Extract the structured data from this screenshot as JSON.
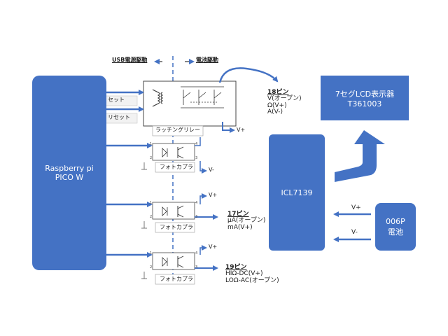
{
  "headers": {
    "usb_power": "USB電源駆動",
    "battery_power": "電池駆動"
  },
  "pico": {
    "line1": "Raspberry pi",
    "line2": "PICO W"
  },
  "relay": {
    "label": "ラッチングリレー",
    "set": "セット",
    "reset": "リセット",
    "vplus": "V+"
  },
  "optocouplers": [
    {
      "label": "フォトカプラ",
      "rail": "V-"
    },
    {
      "label": "フォトカプラ",
      "rail": "V+"
    },
    {
      "label": "フォトカプラ",
      "rail": "V+"
    }
  ],
  "pin_notes": {
    "pin18": {
      "title": "18ピン",
      "lines": [
        "V(オープン)",
        "Ω(V+)",
        "A(V-)"
      ]
    },
    "pin17": {
      "title": "17ピン",
      "lines": [
        "μA(オープン)",
        "mA(V+)"
      ]
    },
    "pin19": {
      "title": "19ピン",
      "lines": [
        "HIΩ-DC(V+)",
        "LOΩ-AC(オープン)"
      ]
    }
  },
  "icl": {
    "label": "ICL7139"
  },
  "lcd": {
    "line1": "7セグLCD表示器",
    "line2": "T361003"
  },
  "battery": {
    "line1": "006P",
    "line2": "電池",
    "vplus": "V+",
    "vminus": "V-"
  },
  "pin_numbers": {
    "p1": "1",
    "p2": "2",
    "p3": "3",
    "p4": "4"
  },
  "colors": {
    "block": "#4472c4",
    "line": "#4472c4",
    "divider": "#4472c4"
  }
}
